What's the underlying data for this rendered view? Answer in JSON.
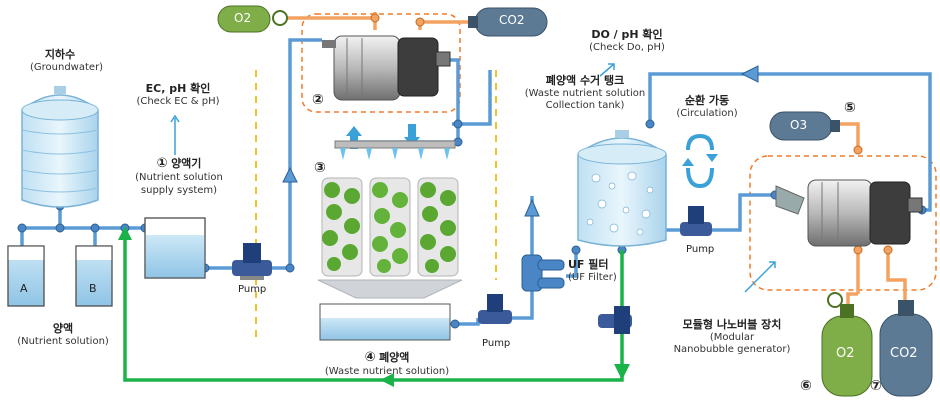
{
  "labels": {
    "groundwater_ko": "지하수",
    "groundwater_en": "(Groundwater)",
    "check_ec_ko": "EC, pH 확인",
    "check_ec_en": "(Check EC & pH)",
    "supply_num": "①",
    "supply_ko": "양액기",
    "supply_en1": "(Nutrient solution",
    "supply_en2": "supply system)",
    "tank_a": "A",
    "tank_b": "B",
    "nutrient_ko": "양액",
    "nutrient_en": "(Nutrient solution)",
    "pump": "Pump",
    "o2_cyl_top": "O2",
    "co2_cyl_top": "CO2",
    "num_2": "②",
    "num_3": "③",
    "waste_num": "④",
    "waste_ko": "폐양액",
    "waste_en": "(Waste nutrient solution)",
    "uf_ko": "UF 필터",
    "uf_en": "(UF Filter)",
    "do_ko": "DO / pH 확인",
    "do_en": "(Check Do, pH)",
    "collect_ko": "폐양액 수거 탱크",
    "collect_en1": "(Waste nutrient solution",
    "collect_en2": "Collection tank)",
    "circ_ko": "순환 가동",
    "circ_en": "(Circulation)",
    "o3": "O3",
    "num_5": "⑤",
    "module_ko": "모듈형 나노버블 장치",
    "module_en1": "(Modular",
    "module_en2": "Nanobubble generator)",
    "o2_bottom": "O2",
    "co2_bottom": "CO2",
    "num_6": "⑥",
    "num_7": "⑦"
  },
  "colors": {
    "pipe_blue": "#5b9bd5",
    "pipe_orange": "#f4a261",
    "pipe_green": "#1ab34a",
    "o2_green": "#7fae48",
    "co2_gray": "#5d7a94",
    "dash_orange": "#f07c2a",
    "divider_yellow": "#f2c12e"
  }
}
